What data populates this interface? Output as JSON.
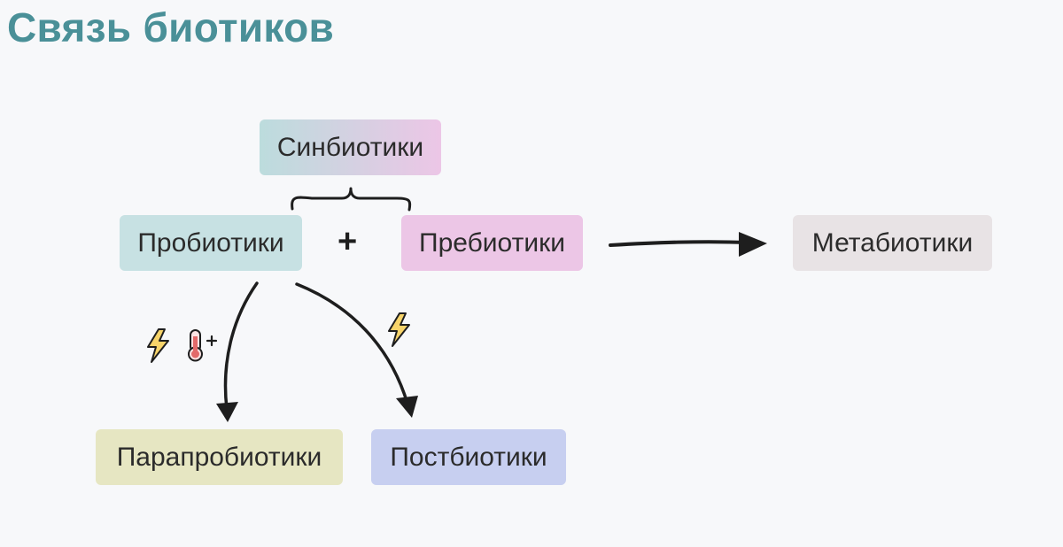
{
  "title": "Связь биотиков",
  "operator": "+",
  "nodes": {
    "synbiotics": {
      "label": "Синбиотики",
      "color_from": "#bcdcdd",
      "color_to": "#ecc6e6"
    },
    "probiotics": {
      "label": "Пробиотики",
      "color": "#c7e1e3"
    },
    "prebiotics": {
      "label": "Пребиотики",
      "color": "#ecc6e6"
    },
    "metabiotics": {
      "label": "Метабиотики",
      "color": "#e8e3e5"
    },
    "paraprobiotics": {
      "label": "Парапробиотики",
      "color": "#e6e6c2"
    },
    "postbiotics": {
      "label": "Постбиотики",
      "color": "#c7cff0"
    }
  },
  "icons": {
    "lightning_left": "lightning-icon",
    "thermometer": "thermometer-plus-icon",
    "lightning_right": "lightning-icon"
  }
}
